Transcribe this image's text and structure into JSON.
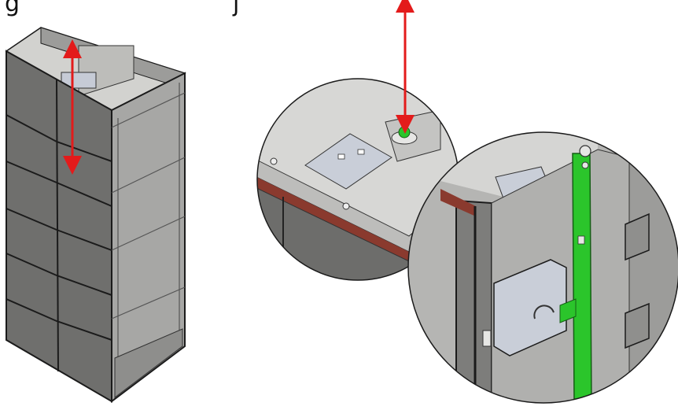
{
  "heading_fragment": "g",
  "heading_fragment_2": "j",
  "colors": {
    "arrow": "#e31b1b",
    "latch_rod": "#2bc52b",
    "panel_light": "#d8d8d6",
    "panel_mid": "#a8a8a6",
    "panel_dark": "#6d6d6b",
    "outline": "#1b1b1b",
    "gasket": "#8a3a2e",
    "plate": "#c9ced8"
  },
  "parts": {
    "cabinet": "cabinet-isometric-view",
    "detail_top": "detail-top-latch-view",
    "detail_side": "detail-side-rod-view"
  }
}
